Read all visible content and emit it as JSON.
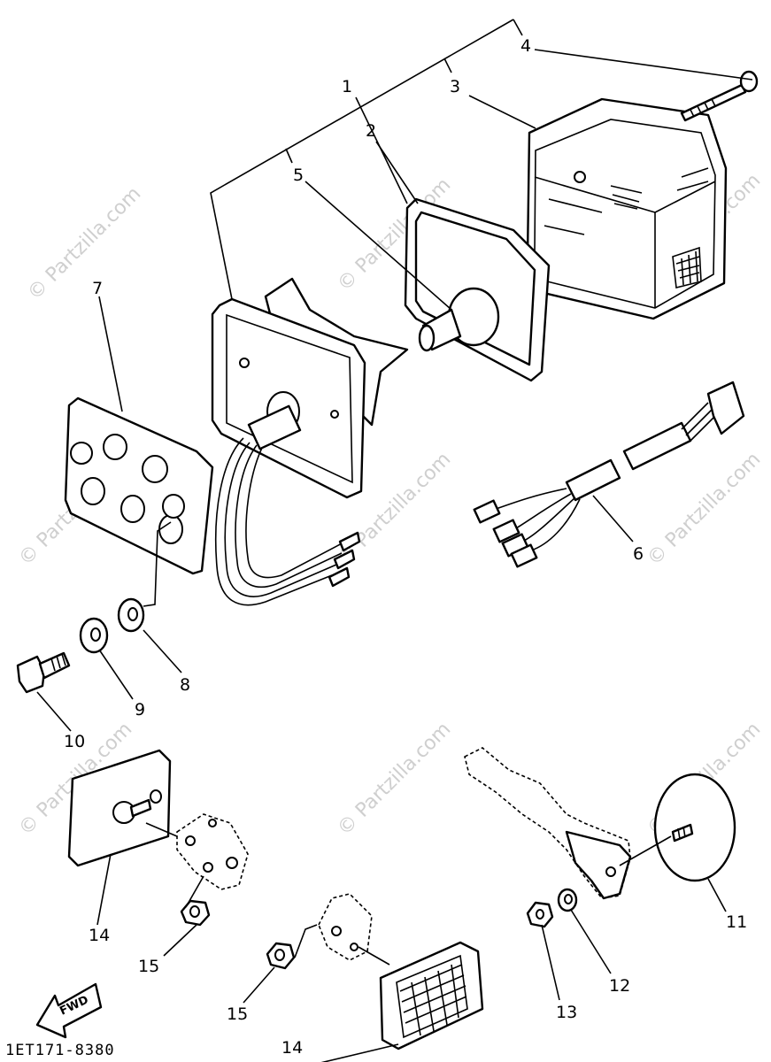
{
  "callouts": {
    "c1": "1",
    "c2": "2",
    "c3": "3",
    "c4": "4",
    "c5": "5",
    "c6": "6",
    "c7": "7",
    "c8": "8",
    "c9": "9",
    "c10": "10",
    "c11": "11",
    "c12": "12",
    "c13": "13",
    "c14a": "14",
    "c14b": "14",
    "c15a": "15",
    "c15b": "15"
  },
  "watermark": "© Partzilla.com",
  "fwd_label": "FWD",
  "figure_code": "1ET171-8380",
  "colors": {
    "line": "#000000",
    "background": "#ffffff",
    "watermark": "#cfcfcf"
  }
}
